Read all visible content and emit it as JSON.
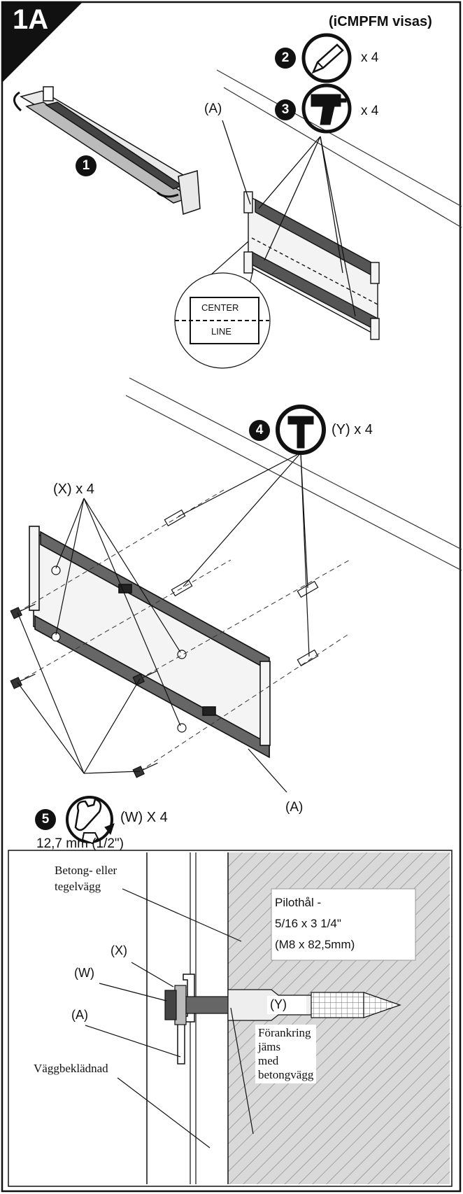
{
  "step_badge": "1A",
  "model_note": "(iCMPFM visas)",
  "tools": [
    {
      "step": "2",
      "icon": "pencil-icon",
      "qty": "x 4"
    },
    {
      "step": "3",
      "icon": "drill-icon",
      "qty": "x 4"
    },
    {
      "step": "4",
      "icon": "hammer-icon",
      "qty": "(Y) x 4"
    },
    {
      "step": "5",
      "icon": "wrench-icon",
      "qty": "(W) X 4",
      "size": "12,7 mm (1/2\")"
    }
  ],
  "assembly_step": "1",
  "labels": {
    "a_top": "(A)",
    "x_qty": "(X) x 4",
    "a_bottom": "(A)",
    "center_line_top": "CENTER",
    "center_line_bottom": "LINE"
  },
  "section": {
    "wall_type": "Betong- eller\ntegelvägg",
    "pilot_hole": "Pilothål -\n5/16 x 3 1/4\"\n(M8 x 82,5mm)",
    "x": "(X)",
    "w": "(W)",
    "a": "(A)",
    "y": "(Y)",
    "covering": "Väggbeklädnad",
    "anchor": "Förankring\njäms\nmed\nbetongvägg"
  }
}
